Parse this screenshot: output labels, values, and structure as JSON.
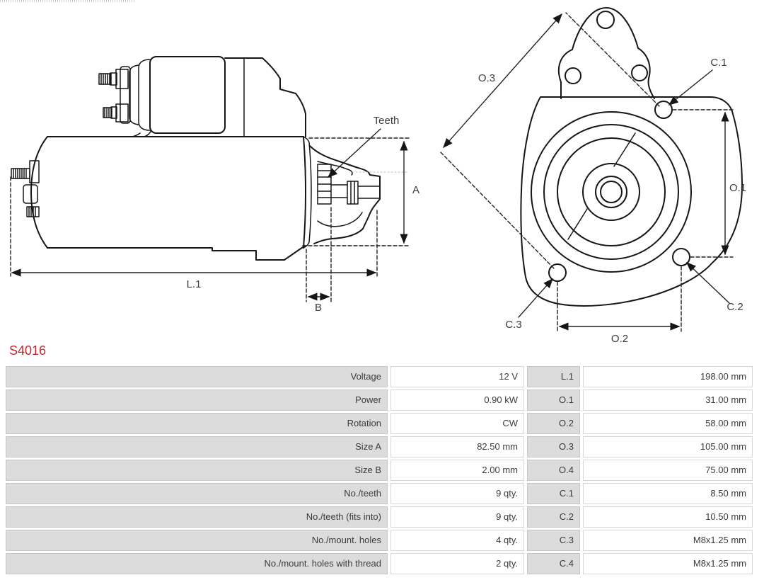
{
  "part": {
    "number": "S4016",
    "accent_color": "#c4272b"
  },
  "diagram": {
    "side_view_labels": {
      "teeth": "Teeth",
      "a": "A",
      "l1": "L.1",
      "b": "B"
    },
    "front_view_labels": {
      "o1": "O.1",
      "o2": "O.2",
      "o3": "O.3",
      "c1": "C.1",
      "c2": "C.2",
      "c3": "C.3"
    }
  },
  "table": {
    "colors": {
      "cell_gray": "#dcdcdc",
      "border": "#c6c6c6",
      "text": "#3b3b3b"
    },
    "rows": [
      {
        "label": "Voltage",
        "value": "12 V",
        "dim": "L.1",
        "dim_value": "198.00 mm"
      },
      {
        "label": "Power",
        "value": "0.90 kW",
        "dim": "O.1",
        "dim_value": "31.00 mm"
      },
      {
        "label": "Rotation",
        "value": "CW",
        "dim": "O.2",
        "dim_value": "58.00 mm"
      },
      {
        "label": "Size A",
        "value": "82.50 mm",
        "dim": "O.3",
        "dim_value": "105.00 mm"
      },
      {
        "label": "Size B",
        "value": "2.00 mm",
        "dim": "O.4",
        "dim_value": "75.00 mm"
      },
      {
        "label": "No./teeth",
        "value": "9 qty.",
        "dim": "C.1",
        "dim_value": "8.50 mm"
      },
      {
        "label": "No./teeth (fits into)",
        "value": "9 qty.",
        "dim": "C.2",
        "dim_value": "10.50 mm"
      },
      {
        "label": "No./mount. holes",
        "value": "4 qty.",
        "dim": "C.3",
        "dim_value": "M8x1.25 mm"
      },
      {
        "label": "No./mount. holes with thread",
        "value": "2 qty.",
        "dim": "C.4",
        "dim_value": "M8x1.25 mm"
      }
    ]
  }
}
